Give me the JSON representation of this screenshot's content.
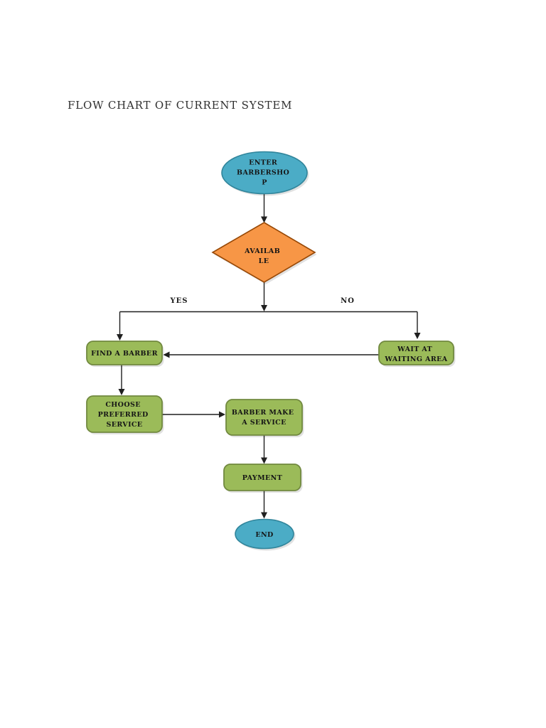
{
  "page": {
    "title": "FLOW CHART OF CURRENT SYSTEM"
  },
  "flowchart": {
    "branch": {
      "yes": "YES",
      "no": "NO"
    },
    "nodes": {
      "start": {
        "type": "terminator",
        "lines": [
          "ENTER",
          "BARBERSHO",
          "P"
        ]
      },
      "available": {
        "type": "decision",
        "lines": [
          "AVAILAB",
          "LE"
        ]
      },
      "find": {
        "type": "process",
        "lines": [
          "FIND A BARBER"
        ]
      },
      "wait": {
        "type": "process",
        "lines": [
          "WAIT AT",
          "WAITING AREA"
        ]
      },
      "choose": {
        "type": "process",
        "lines": [
          "CHOOSE",
          "PREFERRED",
          "SERVICE"
        ]
      },
      "barber": {
        "type": "process",
        "lines": [
          "BARBER MAKE",
          "A SERVICE"
        ]
      },
      "payment": {
        "type": "process",
        "lines": [
          "PAYMENT"
        ]
      },
      "end": {
        "type": "terminator",
        "lines": [
          "END"
        ]
      }
    },
    "colors": {
      "teal_fill": "#4bacc6",
      "teal_stroke": "#31859b",
      "orange_fill": "#f79646",
      "orange_stroke": "#974806",
      "green_fill": "#9bbb59",
      "green_stroke": "#71893f",
      "line": "#1f1f1f"
    }
  }
}
